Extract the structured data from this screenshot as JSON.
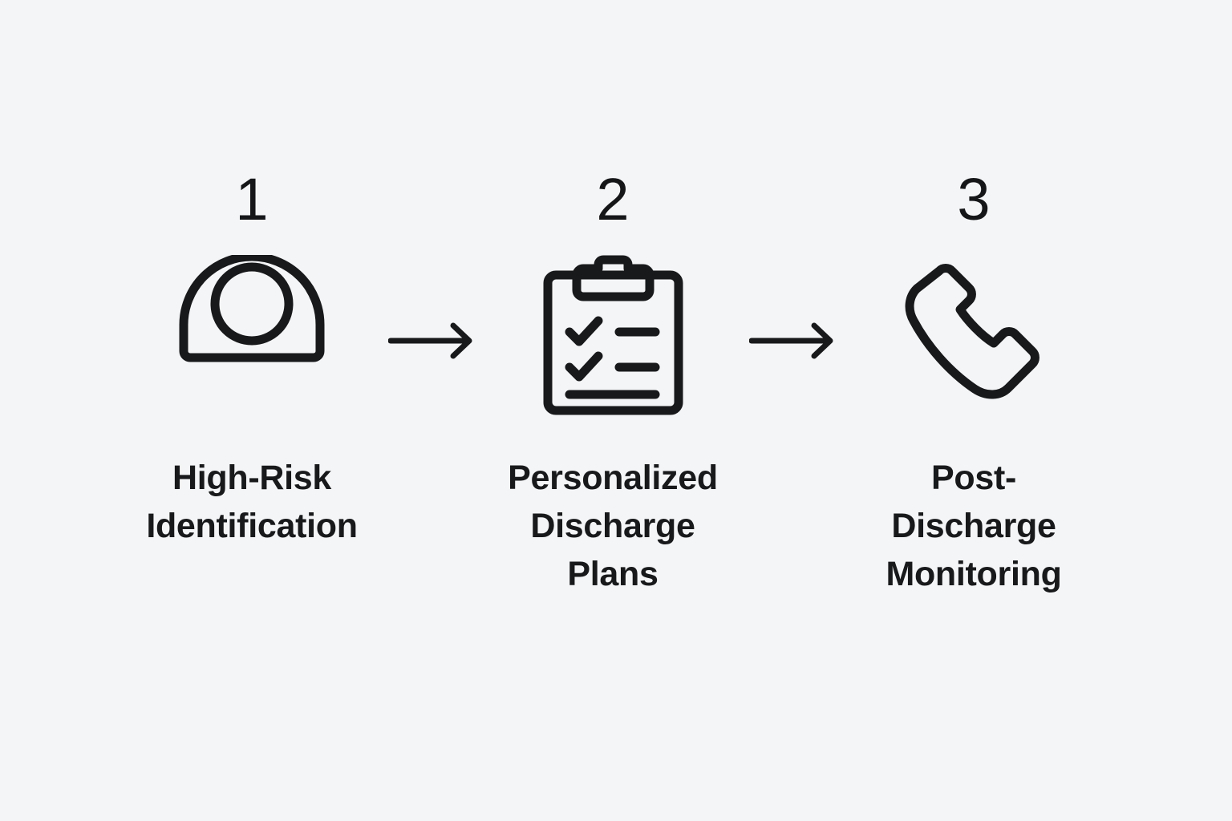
{
  "background_color": "#f4f5f6",
  "stroke_color": "#17191b",
  "text_color": "#17191b",
  "diagram": {
    "type": "process-flow",
    "orientation": "horizontal",
    "step_count": 3,
    "connector": "arrow-right",
    "steps": [
      {
        "number": "1",
        "icon": "person-icon",
        "label": "High-Risk\nIdentification"
      },
      {
        "number": "2",
        "icon": "clipboard-checklist-icon",
        "label": "Personalized\nDischarge Plans"
      },
      {
        "number": "3",
        "icon": "phone-handset-icon",
        "label": "Post-Discharge\nMonitoring"
      }
    ],
    "arrows": [
      {
        "name": "arrow-right-icon-1"
      },
      {
        "name": "arrow-right-icon-2"
      }
    ]
  }
}
